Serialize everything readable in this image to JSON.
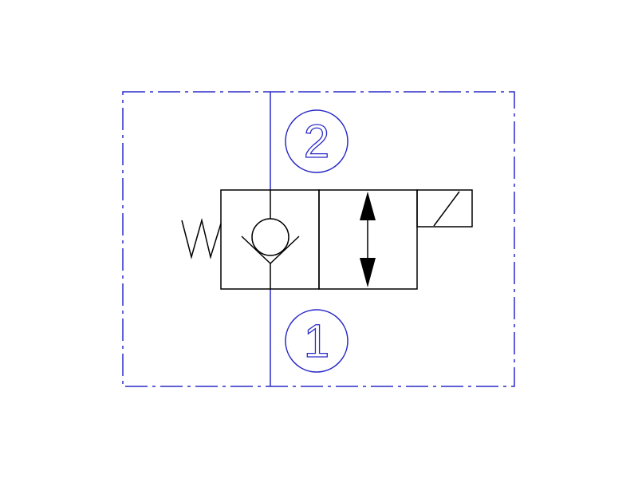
{
  "diagram": {
    "type": "hydraulic-valve-schematic",
    "ports": [
      {
        "id": "port-2",
        "label": "2"
      },
      {
        "id": "port-1",
        "label": "1"
      }
    ],
    "colors": {
      "envelope": "#2a2ac8",
      "symbol": "#000000",
      "background": "#ffffff"
    }
  }
}
